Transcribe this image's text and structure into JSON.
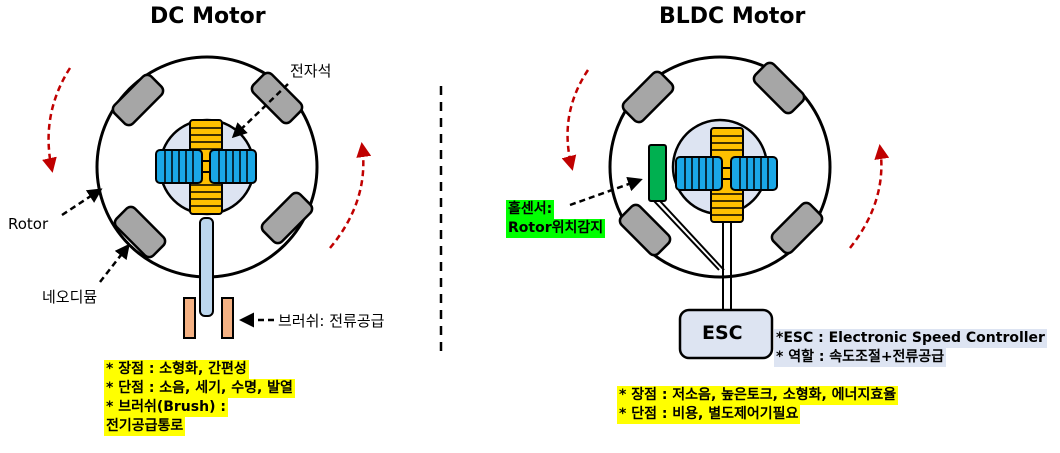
{
  "dc": {
    "title": "DC Motor",
    "labels": {
      "electromagnet": "전자석",
      "rotor": "Rotor",
      "neodymium": "네오디뮴",
      "brush": "브러쉬: 전류공급"
    },
    "notes": [
      "* 장점 : 소형화, 간편성",
      "* 단점 : 소음, 세기, 수명, 발열",
      "* 브러쉬(Brush) :",
      "전기공급통로"
    ]
  },
  "bldc": {
    "title": "BLDC Motor",
    "hall_sensor": [
      "홀센서:",
      "Rotor위치감지"
    ],
    "esc_label": "ESC",
    "esc_notes": [
      "*ESC : Electronic Speed Controller",
      "* 역할 : 속도조절+전류공급"
    ],
    "notes": [
      "* 장점 : 저소음, 높은토크, 소형화, 에너지효율",
      "* 단점 : 비용, 별도제어기필요"
    ]
  },
  "colors": {
    "rotation_arrow": "#c00000",
    "magnet_gray": "#a6a6a6",
    "core_fill": "#dde4f2",
    "coil_orange": "#ffc000",
    "coil_blue": "#1aa7e6",
    "hall_green": "#00b050",
    "highlight_yellow": "#ffff00",
    "highlight_green": "#00ff00",
    "brush_fill": "#f4b183",
    "shaft_fill": "#bdd7ee"
  }
}
